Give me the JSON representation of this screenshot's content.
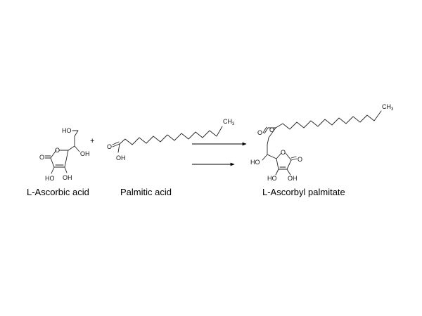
{
  "labels": {
    "reactant1": "L-Ascorbic acid",
    "reactant2": "Palmitic acid",
    "product": "L-Ascorbyl palmitate",
    "plus": "+"
  },
  "atoms": {
    "ho": "HO",
    "oh": "OH",
    "o": "O",
    "ch3": "CH",
    "three": "3"
  }
}
